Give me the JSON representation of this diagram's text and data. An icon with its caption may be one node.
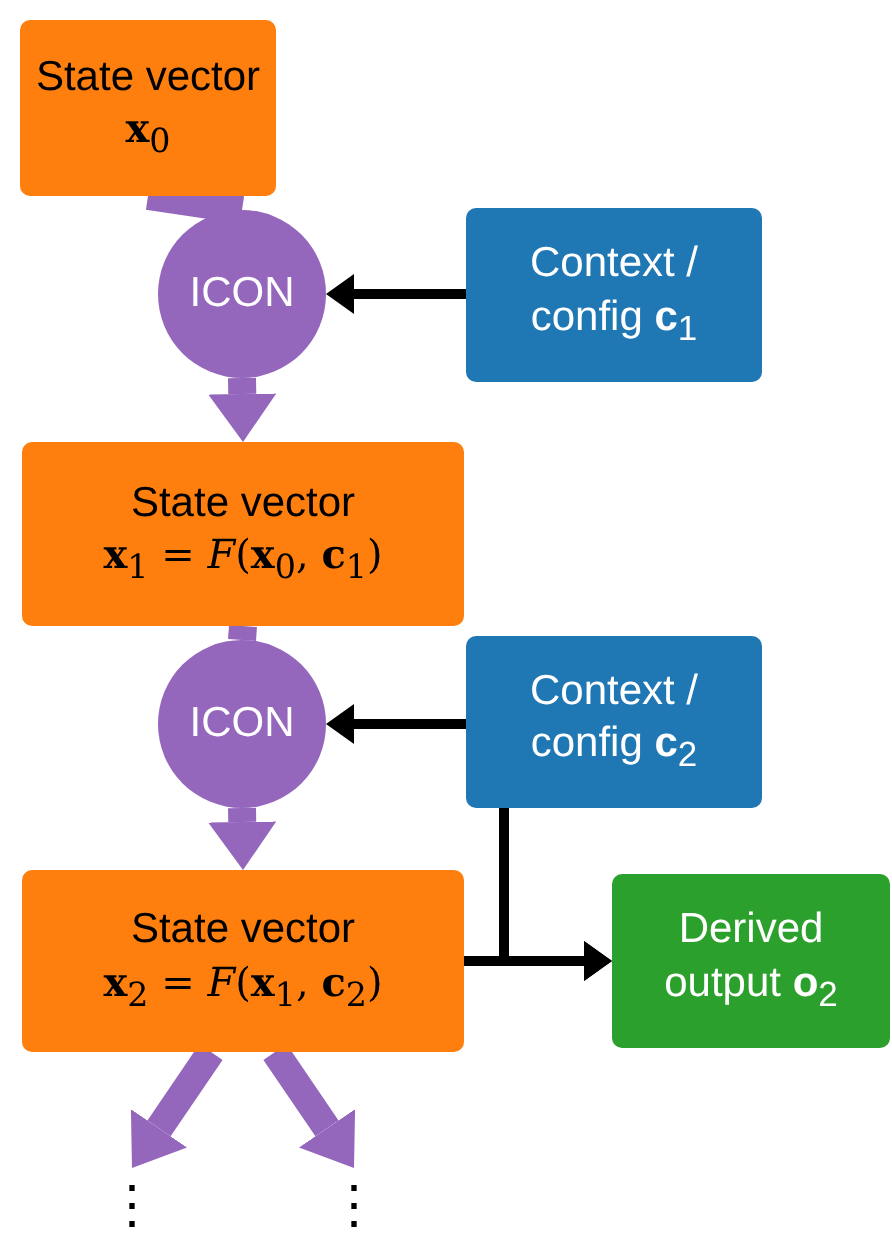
{
  "diagram": {
    "nodes": [
      {
        "text": [
          "State vector",
          "**x**$_{0}$"
        ]
      },
      {
        "text": [
          "ICON"
        ]
      },
      {
        "text": [
          "Context / config **c**$_{1}$"
        ]
      },
      {
        "text": [
          "State vector",
          "**x**$_{1}$ = *F*(**x**$_{0}$, **c**$_{1}$)"
        ]
      },
      {
        "text": [
          "ICON"
        ]
      },
      {
        "text": [
          "Context / config **c**$_{2}$"
        ]
      },
      {
        "text": [
          "State vector",
          "**x**$_{2}$ = *F*(**x**$_{1}$, **c**$_{2}$)"
        ]
      },
      {
        "text": [
          "Derived output **o**$_{2}$"
        ]
      },
      {
        "text": [
          "⋮"
        ]
      },
      {
        "text": [
          "⋮"
        ]
      }
    ],
    "edges": [
      {
        "from": 0,
        "to": 1,
        "arrow": "none"
      },
      {
        "from": 1,
        "to": 3,
        "arrow": "to"
      },
      {
        "from": 2,
        "to": 1,
        "arrow": "to",
        "color": "#000000"
      },
      {
        "from": 3,
        "to": 4,
        "arrow": "none"
      },
      {
        "from": 4,
        "to": 6,
        "arrow": "to"
      },
      {
        "from": 5,
        "to": 4,
        "arrow": "to",
        "color": "#000000"
      },
      {
        "from": 6,
        "to": 7,
        "arrow": "to",
        "color": "#000000"
      },
      {
        "from": 5,
        "to": 7,
        "arrow": "to",
        "color": "#000000"
      },
      {
        "from": 6,
        "to": 8,
        "arrow": "to"
      },
      {
        "from": 6,
        "to": 9,
        "arrow": "to"
      }
    ]
  }
}
